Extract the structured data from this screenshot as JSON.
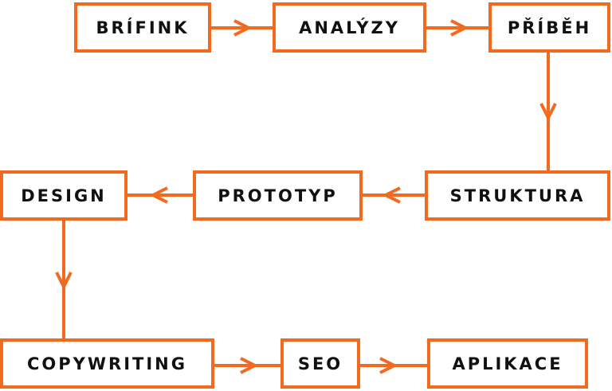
{
  "diagram": {
    "nodes": [
      {
        "id": "brifink",
        "label": "BRÍFINK"
      },
      {
        "id": "analyzy",
        "label": "ANALÝZY"
      },
      {
        "id": "pribeh",
        "label": "PŘÍBĚH"
      },
      {
        "id": "struktura",
        "label": "STRUKTURA"
      },
      {
        "id": "prototyp",
        "label": "PROTOTYP"
      },
      {
        "id": "design",
        "label": "DESIGN"
      },
      {
        "id": "copywriting",
        "label": "COPYWRITING"
      },
      {
        "id": "seo",
        "label": "SEO"
      },
      {
        "id": "aplikace",
        "label": "APLIKACE"
      }
    ],
    "edges": [
      {
        "from": "brifink",
        "to": "analyzy"
      },
      {
        "from": "analyzy",
        "to": "pribeh"
      },
      {
        "from": "pribeh",
        "to": "struktura"
      },
      {
        "from": "struktura",
        "to": "prototyp"
      },
      {
        "from": "prototyp",
        "to": "design"
      },
      {
        "from": "design",
        "to": "copywriting"
      },
      {
        "from": "copywriting",
        "to": "seo"
      },
      {
        "from": "seo",
        "to": "aplikace"
      }
    ],
    "accent_color": "#f26a1f",
    "text_color": "#111111"
  }
}
